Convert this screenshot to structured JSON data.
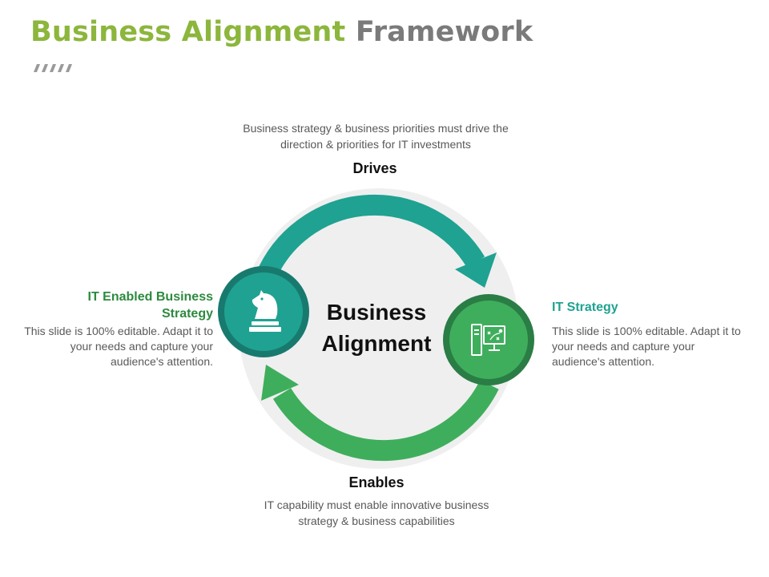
{
  "title": {
    "part1": "Business Alignment",
    "part2": "Framework"
  },
  "top": {
    "description": "Business strategy & business priorities must drive the direction & priorities for IT  investments",
    "label": "Drives"
  },
  "bottom": {
    "label": "Enables",
    "description": "IT  capability must enable innovative business strategy & business capabilities"
  },
  "left": {
    "title": "IT Enabled Business Strategy",
    "description": "This slide is 100% editable. Adapt it to your needs and capture your audience's attention.",
    "icon": "chess-knight-icon"
  },
  "right": {
    "title": "IT Strategy",
    "description": "This slide is 100% editable. Adapt it to your needs and capture your audience's attention.",
    "icon": "computer-strategy-icon"
  },
  "center": {
    "line1": "Business",
    "line2": "Alignment"
  },
  "colors": {
    "title_green": "#8cb63c",
    "title_gray": "#7a7a7a",
    "teal": "#1fa292",
    "teal_dark": "#187a6e",
    "green": "#3fae5c",
    "green_dark": "#2a7d45",
    "ring_bg": "#efefef"
  }
}
